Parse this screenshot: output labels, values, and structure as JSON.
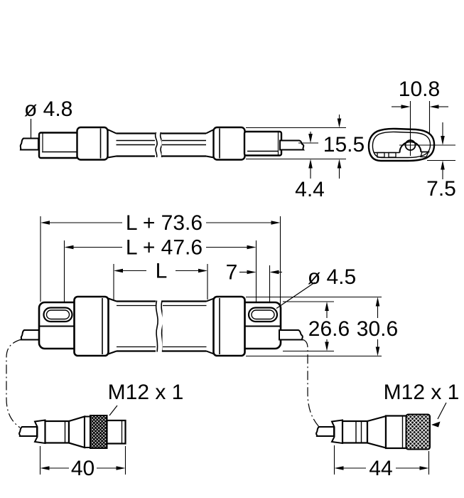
{
  "drawing": {
    "top_view": {
      "cable_diameter_label": "ø 4.8",
      "height_label": "15.5",
      "cable_offset_label": "4.4"
    },
    "end_view": {
      "hole_offset_label": "10.8",
      "hole_height_label": "7.5"
    },
    "main_view": {
      "overall_length_label": "L + 73.6",
      "inner_span_label": "L + 47.6",
      "tube_length_label": "L",
      "slot_length_label": "7",
      "slot_width_label": "ø 4.5",
      "inner_height_label": "26.6",
      "overall_height_label": "30.6"
    },
    "male_connector": {
      "thread_label": "M12 x 1",
      "length_label": "40"
    },
    "female_connector": {
      "thread_label": "M12 x 1",
      "length_label": "44"
    },
    "colors": {
      "line": "#000000",
      "background": "#ffffff"
    }
  }
}
